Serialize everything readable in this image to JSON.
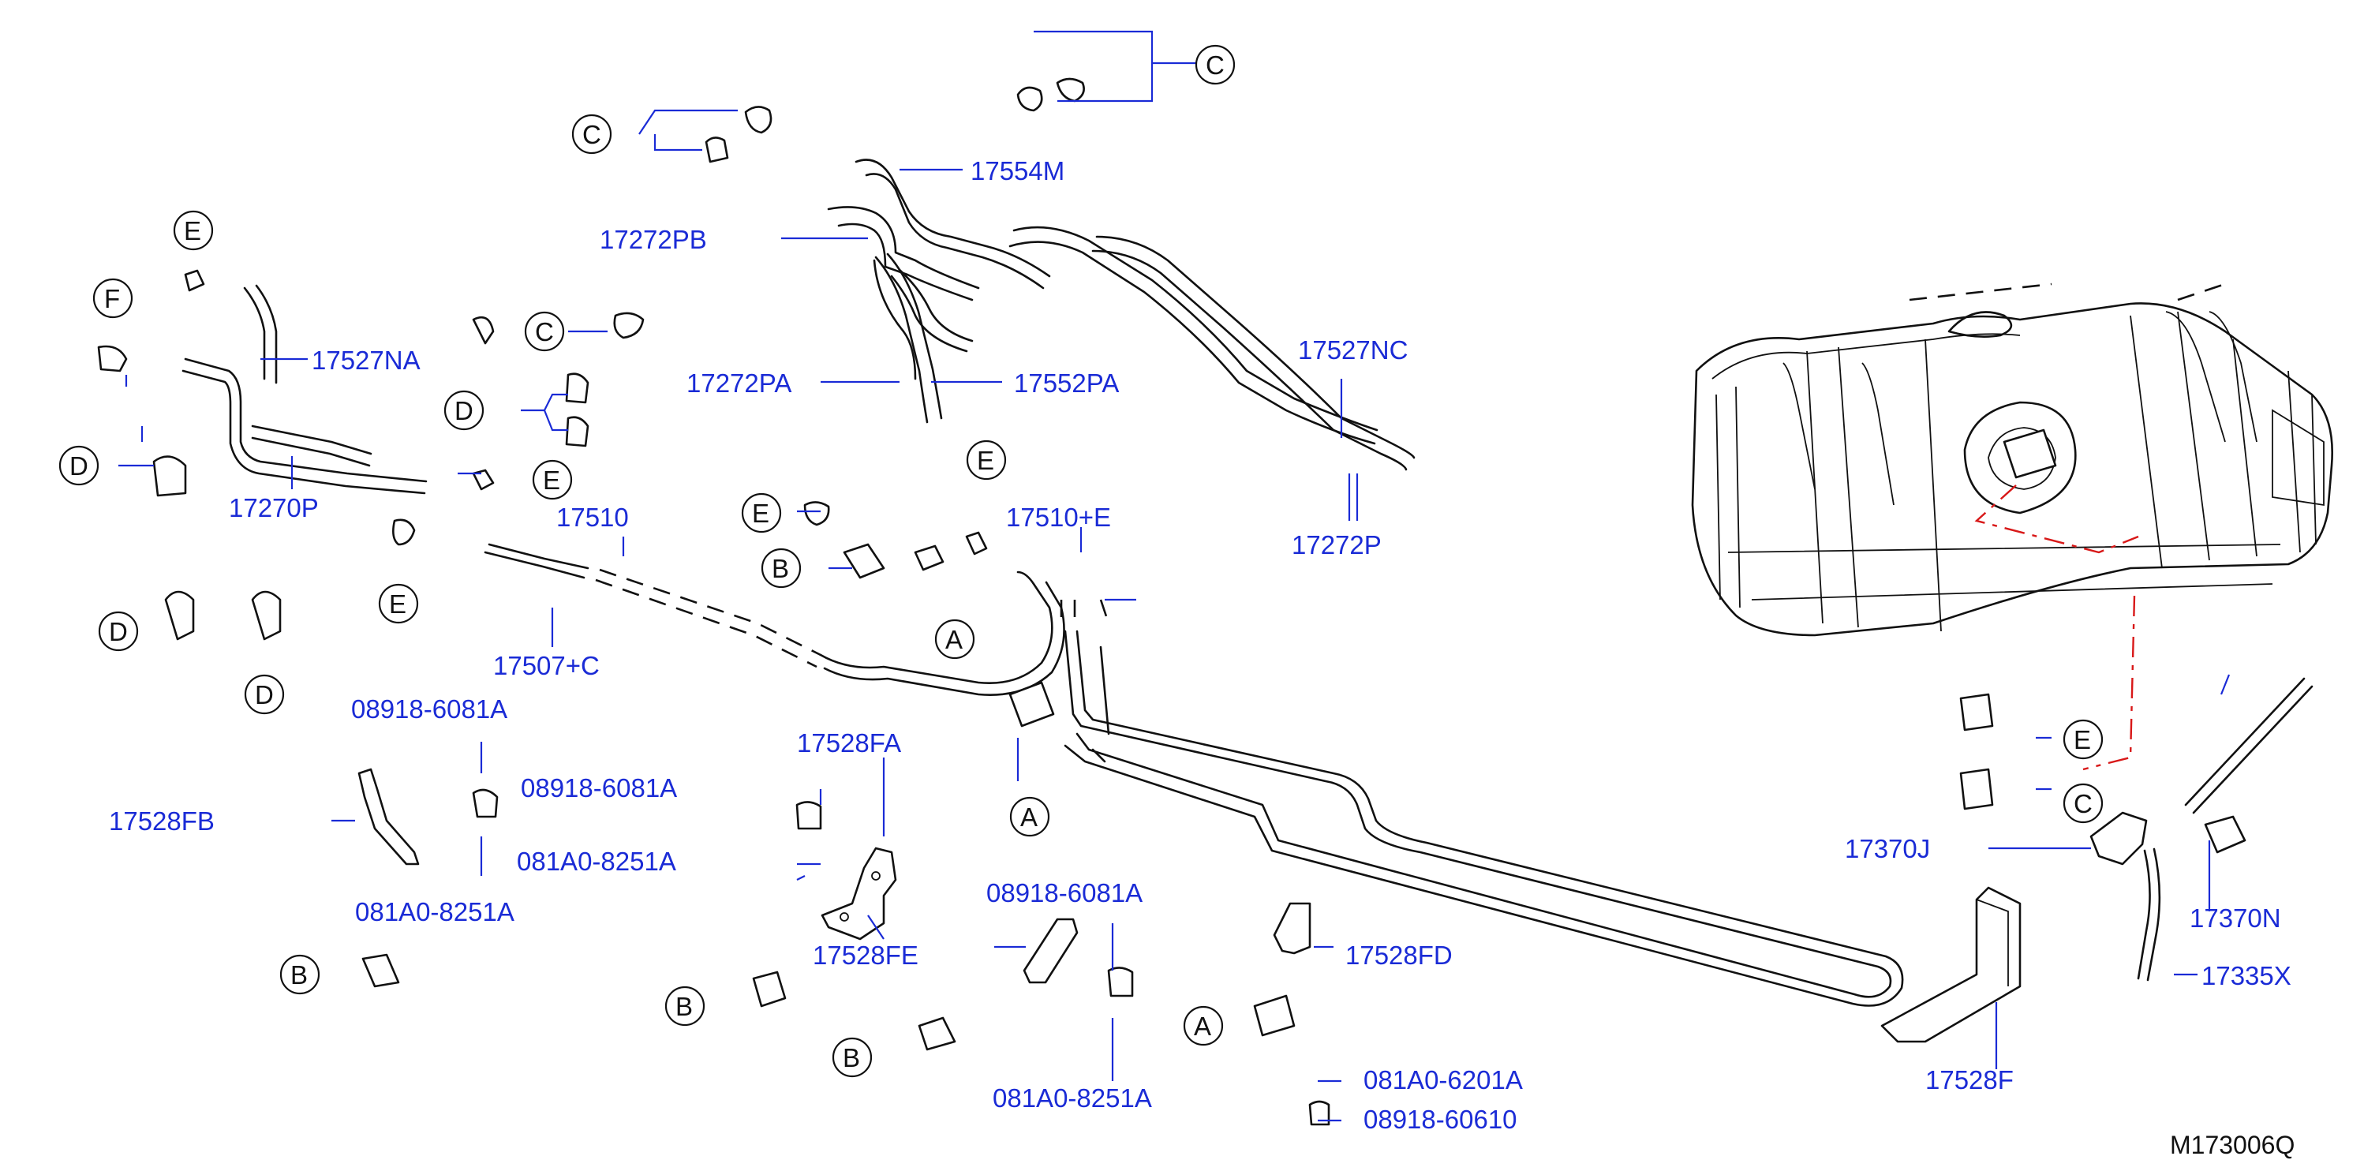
{
  "diagram": {
    "diagram_code": "M173006Q",
    "part_numbers": {
      "p17554M": "17554M",
      "p17272PB": "17272PB",
      "p17527NA": "17527NA",
      "p17272PA": "17272PA",
      "p17552PA": "17552PA",
      "p17527NC": "17527NC",
      "p17270P": "17270P",
      "p17510": "17510",
      "p17510E": "17510+E",
      "p17272P": "17272P",
      "p17507C": "17507+C",
      "p08918A_top": "08918-6081A",
      "p08918A_mid": "08918-6081A",
      "p17528FA": "17528FA",
      "p17528FB": "17528FB",
      "p081A0_mid": "081A0-8251A",
      "p081A0_left": "081A0-8251A",
      "p17528FE": "17528FE",
      "p08918A_low": "08918-6081A",
      "p17528FD": "17528FD",
      "p081A0_low": "081A0-8251A",
      "p081A0_6201A": "081A0-6201A",
      "p08918_60610": "08918-60610",
      "p17528F": "17528F",
      "p17370J": "17370J",
      "p17370N": "17370N",
      "p17335X": "17335X"
    },
    "refs": {
      "c1": "C",
      "c2": "C",
      "c3": "C",
      "c4": "C",
      "e1": "E",
      "e2": "E",
      "e3": "E",
      "e4": "E",
      "e5": "E",
      "e6": "E",
      "f1": "F",
      "d1": "D",
      "d2": "D",
      "d3": "D",
      "d4": "D",
      "b1": "B",
      "b2": "B",
      "b3": "B",
      "b4": "B",
      "a1": "A",
      "a2": "A",
      "a3": "A"
    }
  }
}
